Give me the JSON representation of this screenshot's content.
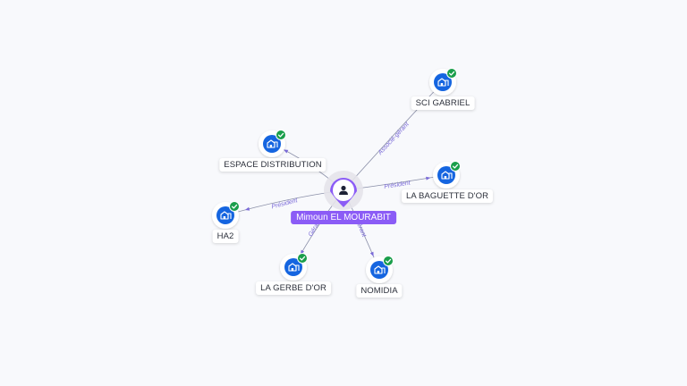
{
  "center": {
    "name": "Mimoun EL MOURABIT",
    "icon": "person-icon"
  },
  "companies": [
    {
      "id": "sci-gabriel",
      "name": "SCI GABRIEL",
      "icon": "building-icon",
      "badge": "check-icon",
      "edge_label": "Associé-gérant"
    },
    {
      "id": "la-baguette-dor",
      "name": "LA BAGUETTE D'OR",
      "icon": "building-icon",
      "badge": "check-icon",
      "edge_label": "Président"
    },
    {
      "id": "espace-distribution",
      "name": "ESPACE DISTRIBUTION",
      "icon": "building-icon",
      "badge": "check-icon",
      "edge_label": ""
    },
    {
      "id": "ha2",
      "name": "HA2",
      "icon": "building-icon",
      "badge": "check-icon",
      "edge_label": "Président"
    },
    {
      "id": "la-gerbe-dor",
      "name": "LA GERBE D'OR",
      "icon": "building-icon",
      "badge": "check-icon",
      "edge_label": "Gérant"
    },
    {
      "id": "nomidia",
      "name": "NOMIDIA",
      "icon": "building-icon",
      "badge": "check-icon",
      "edge_label": "Gérant"
    }
  ],
  "colors": {
    "accent": "#8b5cf6",
    "company": "#1565e0",
    "badge": "#1a9e4b",
    "edge": "#8a8fa8",
    "edge_label": "#7a6ad8"
  }
}
